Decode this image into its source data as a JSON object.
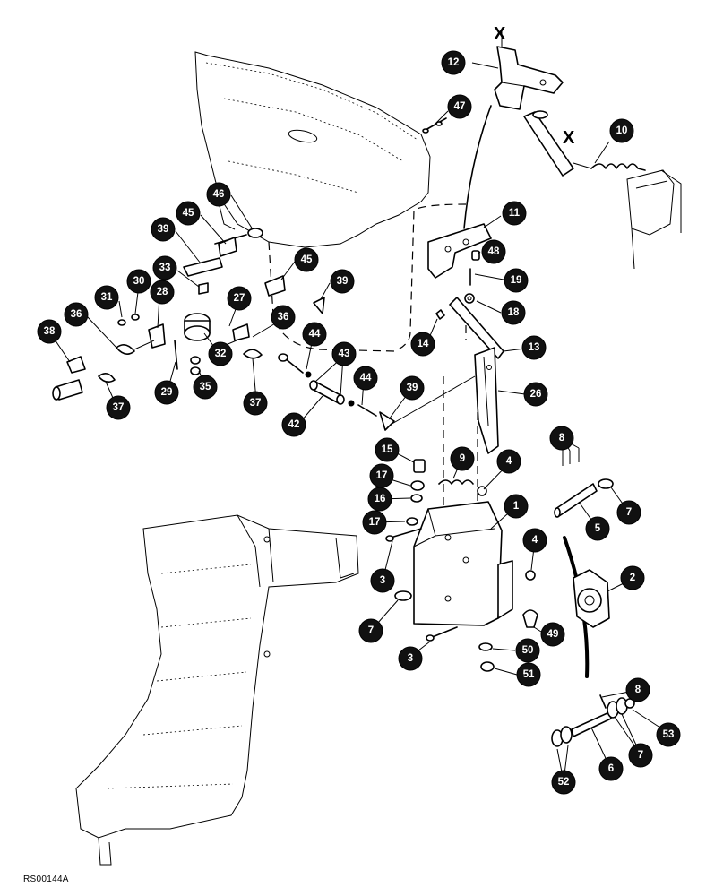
{
  "figure": {
    "reference_code": "RS00144A",
    "cross_reference_mark": "X"
  },
  "callouts": [
    {
      "id": "c12",
      "label": "12"
    },
    {
      "id": "c47",
      "label": "47"
    },
    {
      "id": "c10",
      "label": "10"
    },
    {
      "id": "c46",
      "label": "46"
    },
    {
      "id": "c45a",
      "label": "45"
    },
    {
      "id": "c11",
      "label": "11"
    },
    {
      "id": "c39a",
      "label": "39"
    },
    {
      "id": "c48",
      "label": "48"
    },
    {
      "id": "c45b",
      "label": "45"
    },
    {
      "id": "c33",
      "label": "33"
    },
    {
      "id": "c30",
      "label": "30"
    },
    {
      "id": "c39b",
      "label": "39"
    },
    {
      "id": "c19",
      "label": "19"
    },
    {
      "id": "c31",
      "label": "31"
    },
    {
      "id": "c28",
      "label": "28"
    },
    {
      "id": "c27",
      "label": "27"
    },
    {
      "id": "c18",
      "label": "18"
    },
    {
      "id": "c38",
      "label": "38"
    },
    {
      "id": "c36a",
      "label": "36"
    },
    {
      "id": "c36b",
      "label": "36"
    },
    {
      "id": "c14",
      "label": "14"
    },
    {
      "id": "c13",
      "label": "13"
    },
    {
      "id": "c44a",
      "label": "44"
    },
    {
      "id": "c43",
      "label": "43"
    },
    {
      "id": "c32",
      "label": "32"
    },
    {
      "id": "c29",
      "label": "29"
    },
    {
      "id": "c35",
      "label": "35"
    },
    {
      "id": "c44b",
      "label": "44"
    },
    {
      "id": "c39c",
      "label": "39"
    },
    {
      "id": "c26",
      "label": "26"
    },
    {
      "id": "c37a",
      "label": "37"
    },
    {
      "id": "c37b",
      "label": "37"
    },
    {
      "id": "c42",
      "label": "42"
    },
    {
      "id": "c8a",
      "label": "8"
    },
    {
      "id": "c15",
      "label": "15"
    },
    {
      "id": "c9",
      "label": "9"
    },
    {
      "id": "c4a",
      "label": "4"
    },
    {
      "id": "c17a",
      "label": "17"
    },
    {
      "id": "c16",
      "label": "16"
    },
    {
      "id": "c7a",
      "label": "7"
    },
    {
      "id": "c1",
      "label": "1"
    },
    {
      "id": "c17b",
      "label": "17"
    },
    {
      "id": "c5",
      "label": "5"
    },
    {
      "id": "c4b",
      "label": "4"
    },
    {
      "id": "c3a",
      "label": "3"
    },
    {
      "id": "c2",
      "label": "2"
    },
    {
      "id": "c7b",
      "label": "7"
    },
    {
      "id": "c49",
      "label": "49"
    },
    {
      "id": "c3b",
      "label": "3"
    },
    {
      "id": "c50",
      "label": "50"
    },
    {
      "id": "c51",
      "label": "51"
    },
    {
      "id": "c8b",
      "label": "8"
    },
    {
      "id": "c53",
      "label": "53"
    },
    {
      "id": "c7c",
      "label": "7"
    },
    {
      "id": "c6",
      "label": "6"
    },
    {
      "id": "c52",
      "label": "52"
    }
  ]
}
